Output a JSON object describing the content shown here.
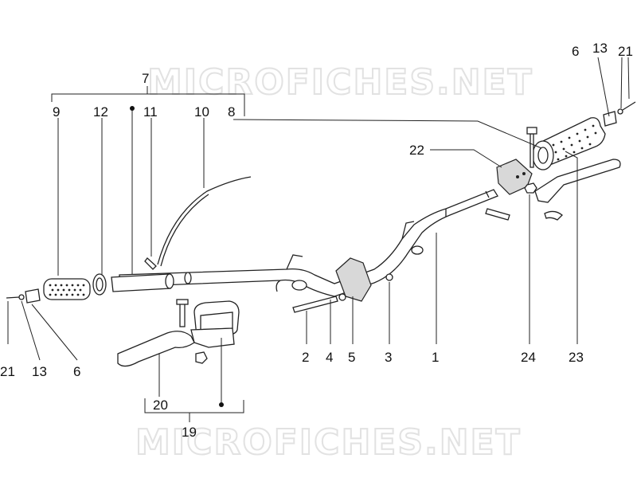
{
  "watermark_text": "MICROFICHES.NET",
  "callouts": {
    "c1": "1",
    "c2": "2",
    "c3": "3",
    "c4": "4",
    "c5": "5",
    "c6_left": "6",
    "c6_right": "6",
    "c7": "7",
    "c8": "8",
    "c9": "9",
    "c10": "10",
    "c11": "11",
    "c12": "12",
    "c13_left": "13",
    "c13_right": "13",
    "c19": "19",
    "c20": "20",
    "c21_left": "21",
    "c21_right": "21",
    "c22": "22",
    "c23": "23",
    "c24": "24"
  },
  "colors": {
    "line": "#222222",
    "watermark": "#e2e2e2"
  }
}
